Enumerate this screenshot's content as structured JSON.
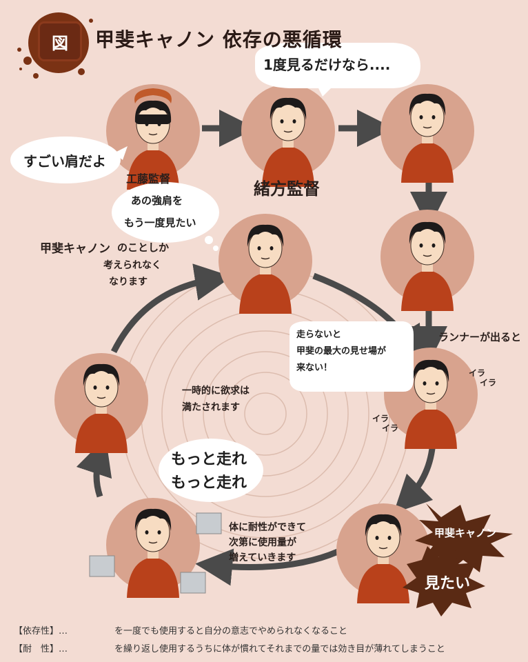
{
  "title": {
    "badge": "図",
    "text": "甲斐キャノン 依存の悪循環"
  },
  "texts": {
    "think_once": "1度見るだけなら....",
    "sugoi": "すごい肩だよ",
    "kudo_name": "工藤監督",
    "kudo_line1": "あの強肩を",
    "kudo_line2": "もう一度見たい",
    "ogata_name": "緒方監督",
    "cannon_think_1": "甲斐キャノン",
    "cannon_think_2": "のことしか",
    "cannon_think_3": "考えられなく",
    "cannon_think_4": "なります",
    "runner": "ランナーが出ると",
    "hashiranai_1": "走らないと",
    "hashiranai_2": "甲斐の最大の見せ場が",
    "hashiranai_3": "来ない！",
    "ira_right_1": "イラ",
    "ira_right_2": "イラ",
    "ira_left_1": "イラ",
    "ira_left_2": "イラ",
    "satisfied_1": "一時的に欲求は",
    "satisfied_2": "満たされます",
    "motto_1": "もっと走れ",
    "motto_2": "もっと走れ",
    "tolerance_1": "体に耐性ができて",
    "tolerance_2": "次第に使用量が",
    "tolerance_3": "増えていきます",
    "burst_cannon": "甲斐キャノン",
    "burst_mitai": "見たい"
  },
  "footer": [
    {
      "label": "【依存性】…",
      "text": "を一度でも使用すると自分の意志でやめられなくなること"
    },
    {
      "label": "【耐　性】…",
      "text": "を繰り返し使用するうちに体が慣れてそれまでの量では効き目が薄れてしまうこと"
    }
  ],
  "colors": {
    "background": "#f3dcd3",
    "circle": "#d8a38e",
    "shirt": "#b9411b",
    "arrow": "#4a4a4a",
    "ring": "#dcbcae",
    "burst": "#5a2a14"
  }
}
